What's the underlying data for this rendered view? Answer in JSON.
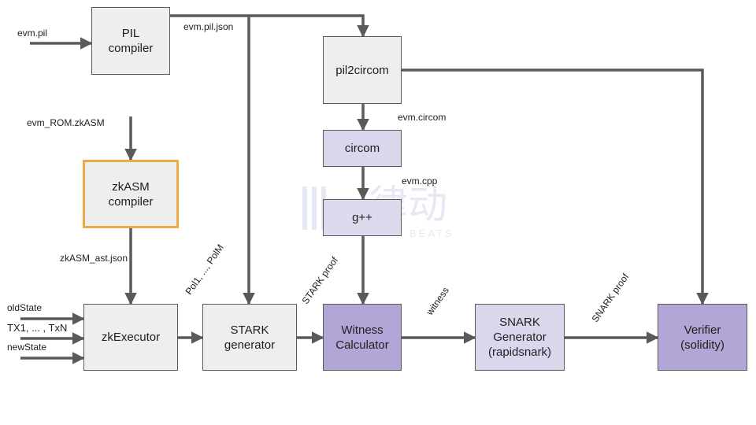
{
  "nodes": {
    "pil_compiler": "PIL\ncompiler",
    "pil2circom": "pil2circom",
    "circom": "circom",
    "gpp": "g++",
    "zkasm_compiler": "zkASM\ncompiler",
    "zkexecutor": "zkExecutor",
    "stark_generator": "STARK\ngenerator",
    "witness_calculator": "Witness\nCalculator",
    "snark_generator": "SNARK\nGenerator\n(rapidsnark)",
    "verifier": "Verifier\n(solidity)"
  },
  "labels": {
    "evm_pil": "evm.pil",
    "evm_pil_json": "evm.pil.json",
    "evm_circom": "evm.circom",
    "evm_cpp": "evm.cpp",
    "evm_rom_zkasm": "evm_ROM.zkASM",
    "zkasm_ast_json": "zkASM_ast.json",
    "old_state": "oldState",
    "txs": "TX1, ... , TxN",
    "new_state": "newState",
    "pols": "Pol1, ..., PolM",
    "stark_proof": "STARK proof",
    "witness": "witness",
    "snark_proof": "SNARK proof"
  },
  "watermark": {
    "cjk": "律动",
    "latin": "BEATS"
  },
  "colors": {
    "line": "#5a5a5a",
    "box_grey": "#eeeeee",
    "box_lavender": "#dcd6ec",
    "box_purple": "#b1a6d6",
    "highlight_border": "#f0a840"
  }
}
